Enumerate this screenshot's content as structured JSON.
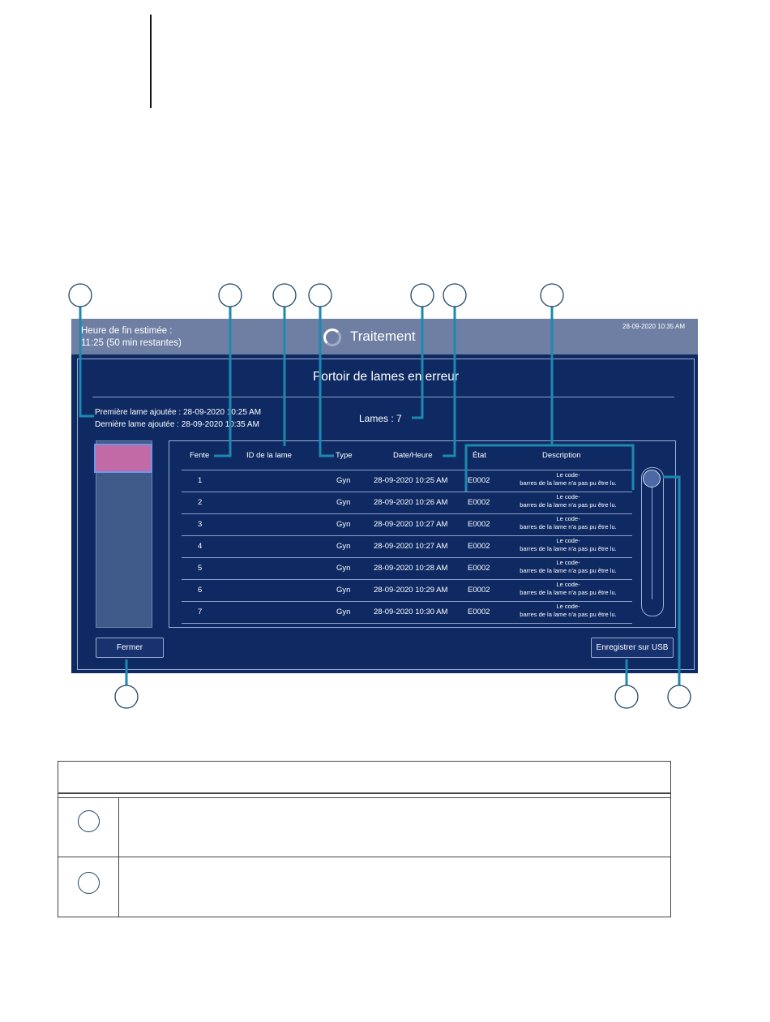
{
  "screen": {
    "eta_label": "Heure de fin estimée :",
    "eta_value": "11:25 (50 min restantes)",
    "app_title": "Traitement",
    "datetime": "28-09-2020 10:35 AM"
  },
  "dialog": {
    "title": "Portoir de lames en erreur",
    "first_slide": "Première lame ajoutée :  28-09-2020 10:25 AM",
    "last_slide": "Dernière lame ajoutée :  28-09-2020 10:35 AM",
    "slides_count": "Lames :  7",
    "close_label": "Fermer",
    "usb_label": "Enregistrer sur USB"
  },
  "table": {
    "headers": {
      "slot": "Fente",
      "slide_id": "ID de la lame",
      "type": "Type",
      "datetime": "Date/Heure",
      "state": "État",
      "description": "Description"
    },
    "rows": [
      {
        "slot": "1",
        "slide_id": "",
        "type": "Gyn",
        "datetime": "28-09-2020 10:25 AM",
        "state": "E0002",
        "desc_line1": "Le code-",
        "desc_line2": "barres de la lame n'a pas pu être lu."
      },
      {
        "slot": "2",
        "slide_id": "",
        "type": "Gyn",
        "datetime": "28-09-2020 10:26 AM",
        "state": "E0002",
        "desc_line1": "Le code-",
        "desc_line2": "barres de la lame n'a pas pu être lu."
      },
      {
        "slot": "3",
        "slide_id": "",
        "type": "Gyn",
        "datetime": "28-09-2020 10:27 AM",
        "state": "E0002",
        "desc_line1": "Le code-",
        "desc_line2": "barres de la lame n'a pas pu être lu."
      },
      {
        "slot": "4",
        "slide_id": "",
        "type": "Gyn",
        "datetime": "28-09-2020 10:27 AM",
        "state": "E0002",
        "desc_line1": "Le code-",
        "desc_line2": "barres de la lame n'a pas pu être lu."
      },
      {
        "slot": "5",
        "slide_id": "",
        "type": "Gyn",
        "datetime": "28-09-2020 10:28 AM",
        "state": "E0002",
        "desc_line1": "Le code-",
        "desc_line2": "barres de la lame n'a pas pu être lu."
      },
      {
        "slot": "6",
        "slide_id": "",
        "type": "Gyn",
        "datetime": "28-09-2020 10:29 AM",
        "state": "E0002",
        "desc_line1": "Le code-",
        "desc_line2": "barres de la lame n'a pas pu être lu."
      },
      {
        "slot": "7",
        "slide_id": "",
        "type": "Gyn",
        "datetime": "28-09-2020 10:30 AM",
        "state": "E0002",
        "desc_line1": "Le code-",
        "desc_line2": "barres de la lame n'a pas pu être lu."
      }
    ]
  },
  "colors": {
    "screen_bg": "#0f2a63",
    "topbar_bg": "#6f7fa4",
    "callout_line": "#1e88b0",
    "rack_slot_error": "#c26aa6"
  },
  "icons": {
    "spinner": "loading-spinner-icon"
  }
}
